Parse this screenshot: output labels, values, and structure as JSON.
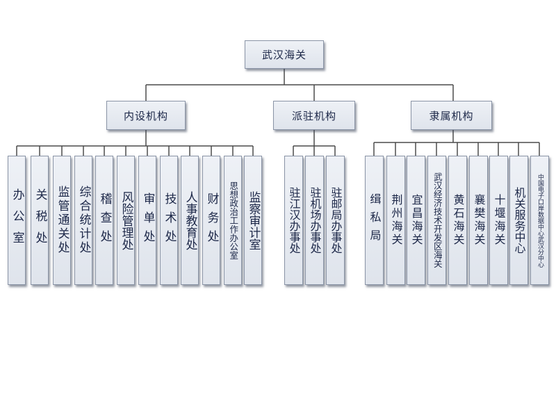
{
  "root": {
    "label": "武汉海关"
  },
  "categories": {
    "internal": "内设机构",
    "stationed": "派驻机构",
    "affiliated": "隶属机构"
  },
  "internal_units": [
    "办公室",
    "关税处",
    "监管通关处",
    "综合统计处",
    "稽查处",
    "风险管理处",
    "审单处",
    "技术处",
    "人事教育处",
    "财务处",
    "思想政治工作办公室",
    "监察审计室"
  ],
  "stationed_units": [
    "驻江汉办事处",
    "驻机场办事处",
    "驻邮局办事处"
  ],
  "affiliated_units": [
    "缉私局",
    "荆州海关",
    "宜昌海关",
    "武汉经济技术开发区海关",
    "黄石海关",
    "襄樊海关",
    "十堰海关",
    "机关服务中心",
    "中国电子口岸数据中心武汉分中心"
  ],
  "colors": {
    "line": "#4a4a4a",
    "text": "#1c2748",
    "box_top": "#eef1f6",
    "box_bottom": "#dfe4ec"
  }
}
